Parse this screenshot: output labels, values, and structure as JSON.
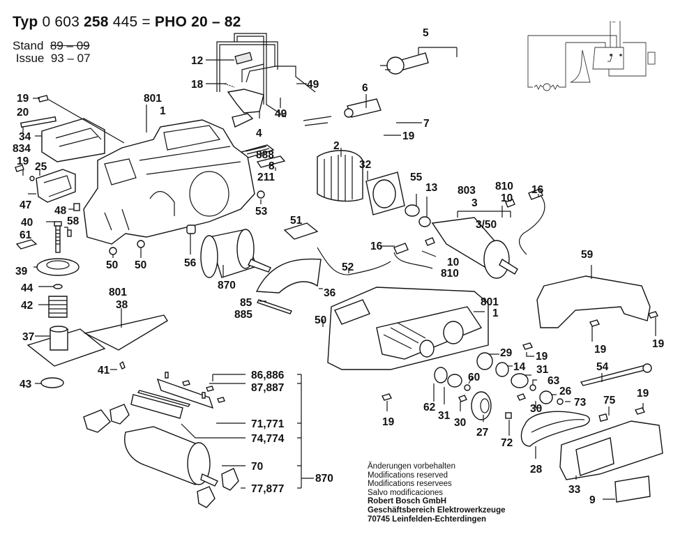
{
  "header": {
    "typ_word": "Typ",
    "typ_number_prefix": "0 603",
    "typ_number_bold": "258",
    "typ_number_suffix": "445 =",
    "model": "PHO 20 – 82"
  },
  "revision": {
    "stand_label": "Stand",
    "stand_value": "89 – 09",
    "issue_label": "Issue",
    "issue_value": "93 – 07"
  },
  "notes": {
    "lines": [
      "Änderungen vorbehalten",
      "Modifications reserved",
      "Modifications reservees",
      "Salvo modificaciones"
    ],
    "company": [
      "Robert Bosch GmbH",
      "Geschäftsbereich Elektrowerkzeuge",
      "70745 Leinfelden-Echterdingen"
    ]
  },
  "callouts": {
    "c12": "12",
    "c18": "18",
    "c49a": "49",
    "c49b": "49",
    "c4": "4",
    "c5": "5",
    "c6": "6",
    "c7": "7",
    "c19a": "19",
    "c19b": "19",
    "c20": "20",
    "c34": "34",
    "c834": "834",
    "c801a": "801",
    "c1a": "1",
    "c19c": "19",
    "c25": "25",
    "c47": "47",
    "c48": "48",
    "c888": "888",
    "c8": "8",
    "c211": "211",
    "c53": "53",
    "c40": "40",
    "c58": "58",
    "c61": "61",
    "c50a": "50",
    "c50b": "50",
    "c56": "56",
    "c39": "39",
    "c44": "44",
    "c42": "42",
    "c37": "37",
    "c43": "43",
    "c801b": "801",
    "c38": "38",
    "c41": "41",
    "c2": "2",
    "c32": "32",
    "c55": "55",
    "c13": "13",
    "c803": "803",
    "c3": "3",
    "c350": "3/50",
    "c810a": "810",
    "c10a": "10",
    "c16a": "16",
    "c51": "51",
    "c16b": "16",
    "c10b": "10",
    "c810b": "810",
    "c52": "52",
    "c870a": "870",
    "c36": "36",
    "c85": "85",
    "c885": "885",
    "c59": "59",
    "c19d": "19",
    "c19e": "19",
    "c801c": "801",
    "c1b": "1",
    "c50c": "50",
    "c29": "29",
    "c19f": "19",
    "c14": "14",
    "c31a": "31",
    "c62": "62",
    "c31b": "31",
    "c30a": "30",
    "c60": "60",
    "c63": "63",
    "c26": "26",
    "c73": "73",
    "c30b": "30",
    "c27": "27",
    "c72": "72",
    "c19g": "19",
    "c54": "54",
    "c75": "75",
    "c19h": "19",
    "c28": "28",
    "c33": "33",
    "c9": "9",
    "g86": "86,886",
    "g87": "87,887",
    "g71": "71,771",
    "g74": "74,774",
    "g70": "70",
    "g77": "77,877",
    "g870": "870"
  },
  "wiring_diagram": {
    "supply_symbol": "~"
  }
}
